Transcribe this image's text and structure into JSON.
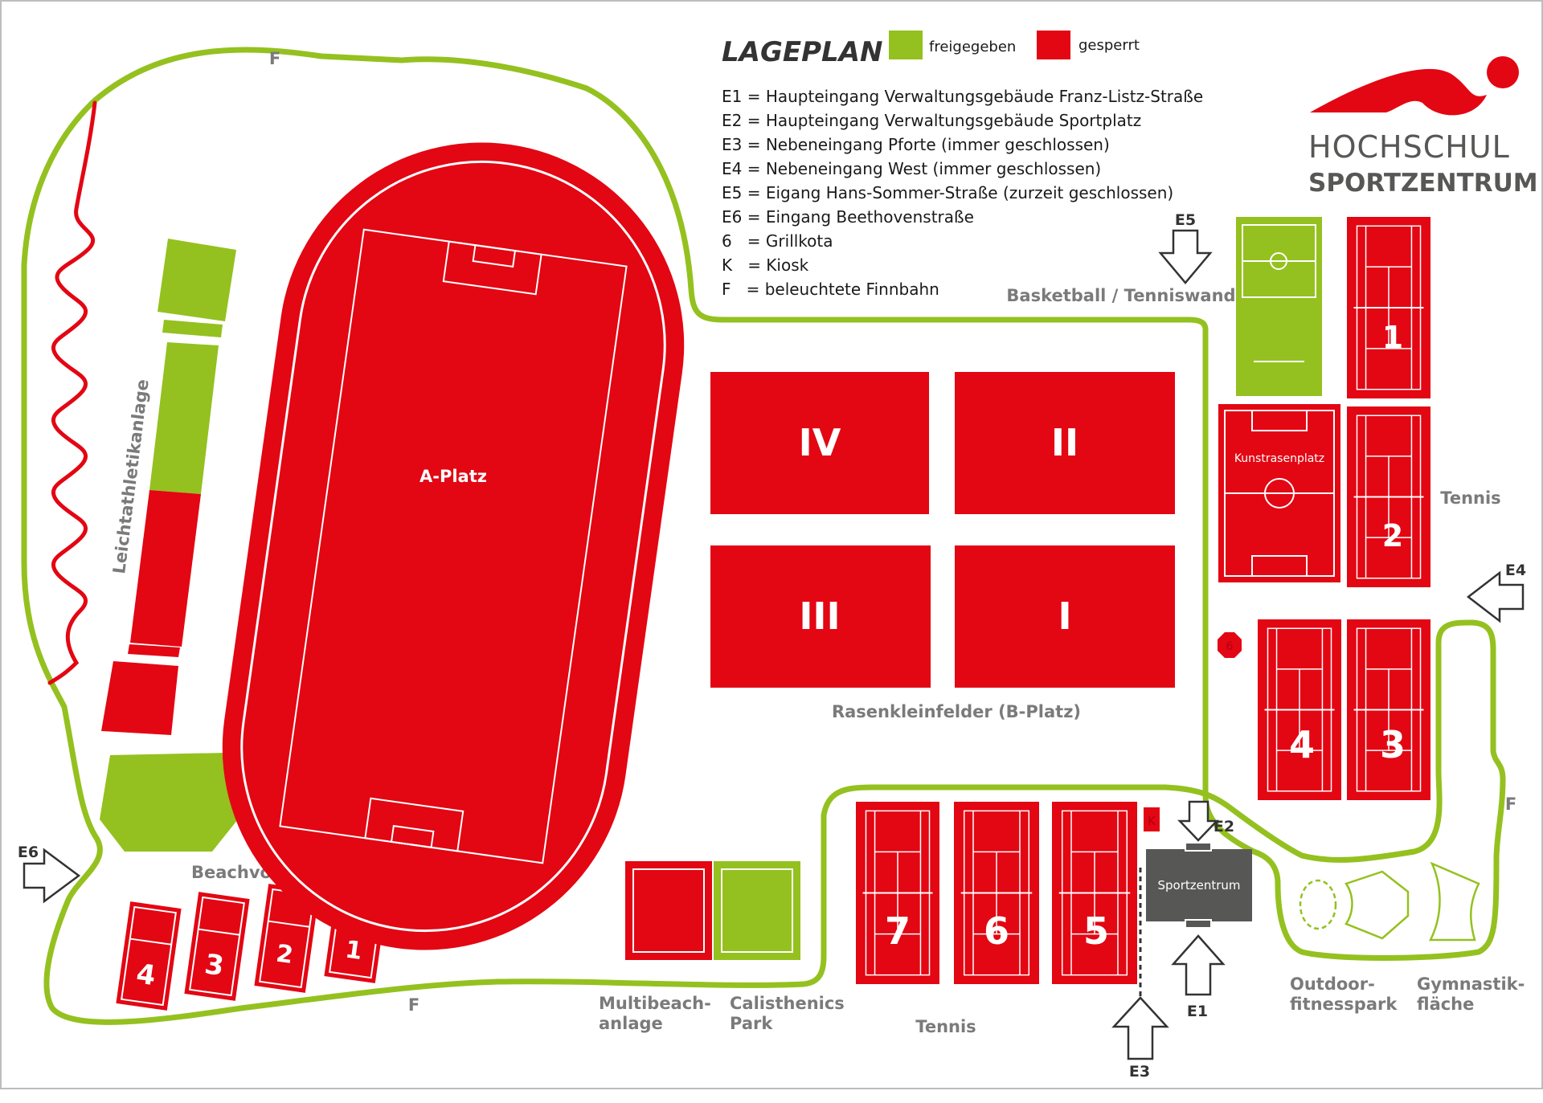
{
  "legend": {
    "title": "LAGEPLAN",
    "released_label": "freigegeben",
    "locked_label": "gesperrt",
    "entries": [
      "E1 = Haupteingang Verwaltungsgebäude Franz-Listz-Straße",
      "E2 = Haupteingang Verwaltungsgebäude Sportplatz",
      "E3 = Nebeneingang Pforte (immer geschlossen)",
      "E4 = Nebeneingang West (immer geschlossen)",
      "E5 = Eigang Hans-Sommer-Straße (zurzeit geschlossen)",
      "E6 = Eingang Beethovenstraße",
      "6   = Grillkota",
      "K   = Kiosk",
      "F   = beleuchtete Finnbahn"
    ]
  },
  "logo": {
    "line1": "HOCHSCHUL",
    "line2": "SPORTZENTRUM"
  },
  "colors": {
    "released": "#94c11f",
    "locked": "#e30613",
    "building": "#575756",
    "label_gray": "#7a7a7a"
  },
  "areas": {
    "a_platz": "A-Platz",
    "leichtathletik": "Leichtathletikanlage",
    "beachvolleyball": "Beachvolleyball",
    "beach_courts": [
      "4",
      "3",
      "2",
      "1"
    ],
    "rasenkleinfelder": "Rasenkleinfelder (B-Platz)",
    "fields": [
      "IV",
      "II",
      "III",
      "I"
    ],
    "basketball": "Basketball / Tenniswand",
    "kunstrasen": "Kunstrasenplatz",
    "tennis_right": "Tennis",
    "tennis_bottom": "Tennis",
    "tennis_courts": [
      "1",
      "2",
      "4",
      "3",
      "7",
      "6",
      "5"
    ],
    "grillkota": "6",
    "kiosk": "K",
    "sportzentrum": "Sportzentrum",
    "multibeach_1": "Multibeach-",
    "multibeach_2": "anlage",
    "calisthenics_1": "Calisthenics",
    "calisthenics_2": "Park",
    "outdoor_1": "Outdoor-",
    "outdoor_2": "fitnesspark",
    "gymnastik_1": "Gymnastik-",
    "gymnastik_2": "fläche",
    "finnbahn": "F"
  },
  "entrances": {
    "e1": "E1",
    "e2": "E2",
    "e3": "E3",
    "e4": "E4",
    "e5": "E5",
    "e6": "E6"
  }
}
